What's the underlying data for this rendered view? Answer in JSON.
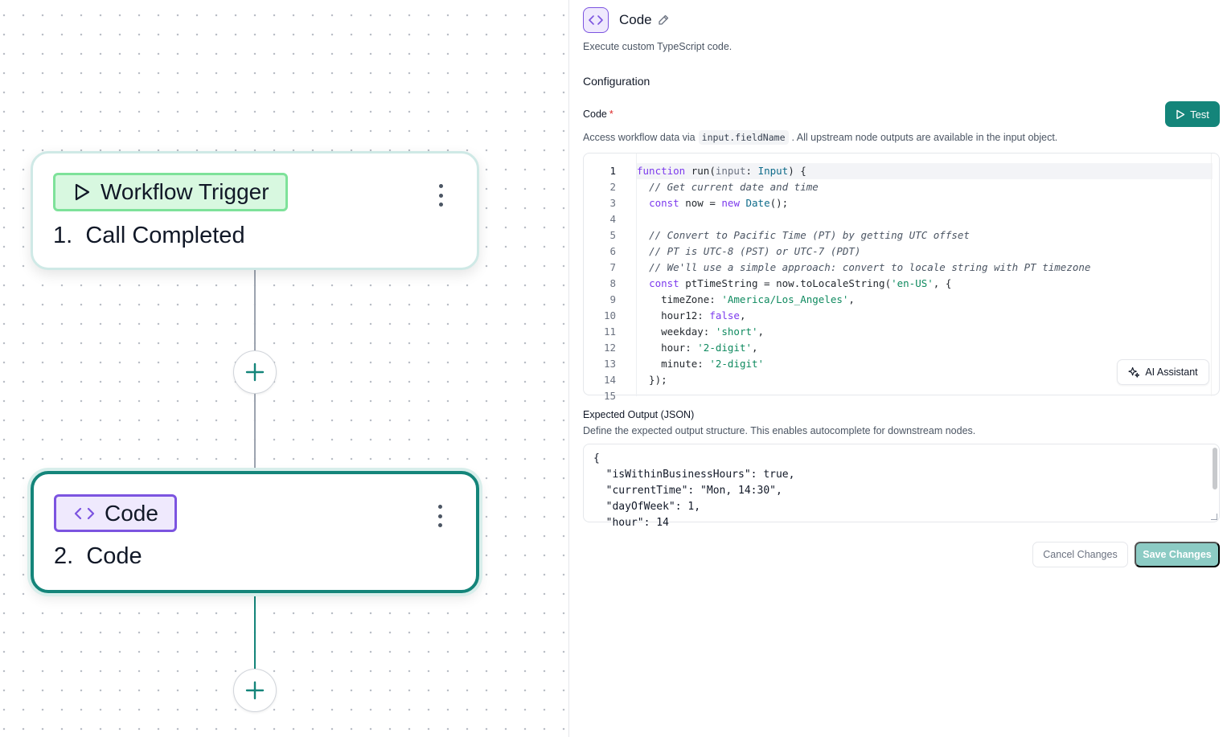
{
  "canvas": {
    "nodes": [
      {
        "badge": "Workflow Trigger",
        "number": "1.",
        "title": "Call Completed",
        "badge_color": "#7ee29a",
        "icon": "play-icon"
      },
      {
        "badge": "Code",
        "number": "2.",
        "title": "Code",
        "badge_color": "#7c54e0",
        "icon": "code-icon"
      }
    ],
    "accent": "#14857a"
  },
  "panel": {
    "title": "Code",
    "description": "Execute custom TypeScript code.",
    "section": "Configuration",
    "code_field": {
      "label": "Code",
      "required": "*",
      "test_label": "Test",
      "help_before": "Access workflow data via",
      "help_code": "input.fieldName",
      "help_after": ". All upstream node outputs are available in the input object.",
      "line_numbers": [
        "1",
        "2",
        "3",
        "4",
        "5",
        "6",
        "7",
        "8",
        "9",
        "10",
        "11",
        "12",
        "13",
        "14",
        "15"
      ],
      "lines": [
        "function run(input: Input) {",
        "  // Get current date and time",
        "  const now = new Date();",
        "",
        "  // Convert to Pacific Time (PT) by getting UTC offset",
        "  // PT is UTC-8 (PST) or UTC-7 (PDT)",
        "  // We'll use a simple approach: convert to locale string with PT timezone",
        "  const ptTimeString = now.toLocaleString('en-US', {",
        "    timeZone: 'America/Los_Angeles',",
        "    hour12: false,",
        "    weekday: 'short',",
        "    hour: '2-digit',",
        "    minute: '2-digit'",
        "  });"
      ],
      "ai_assistant_label": "AI Assistant"
    },
    "expected_output": {
      "label": "Expected Output (JSON)",
      "help": "Define the expected output structure. This enables autocomplete for downstream nodes.",
      "lines": [
        "{",
        "  \"isWithinBusinessHours\": true,",
        "  \"currentTime\": \"Mon, 14:30\",",
        "  \"dayOfWeek\": 1,",
        "  \"hour\": 14"
      ]
    },
    "cancel_label": "Cancel Changes",
    "save_label": "Save Changes"
  }
}
